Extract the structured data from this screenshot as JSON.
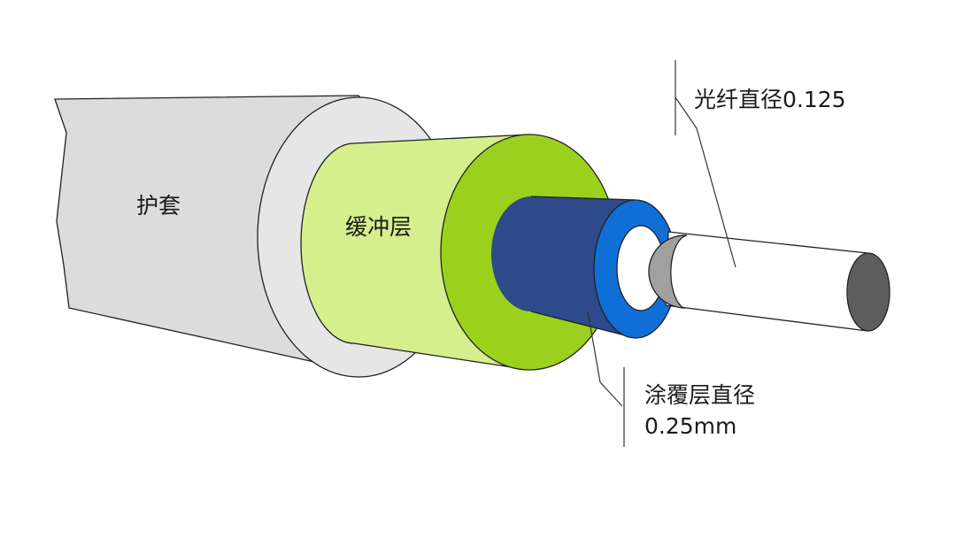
{
  "colors": {
    "jacket_body": "#dcdcdc",
    "jacket_face": "#e6e6e6",
    "buffer_body": "#d4ef8c",
    "buffer_face": "#9bd11c",
    "coating_body": "#2d4a8a",
    "coating_face": "#0f6fd6",
    "cladding": "#ffffff",
    "core": "#a0a0a0",
    "fiber_end": "#5e5e5e",
    "text": "#1a1a1a"
  },
  "labels": {
    "jacket": "护套",
    "buffer": "缓冲层",
    "fiber_diameter": "光纤直径0.125",
    "coating_diameter_line1": "涂覆层直径",
    "coating_diameter_line2": "0.25mm"
  }
}
